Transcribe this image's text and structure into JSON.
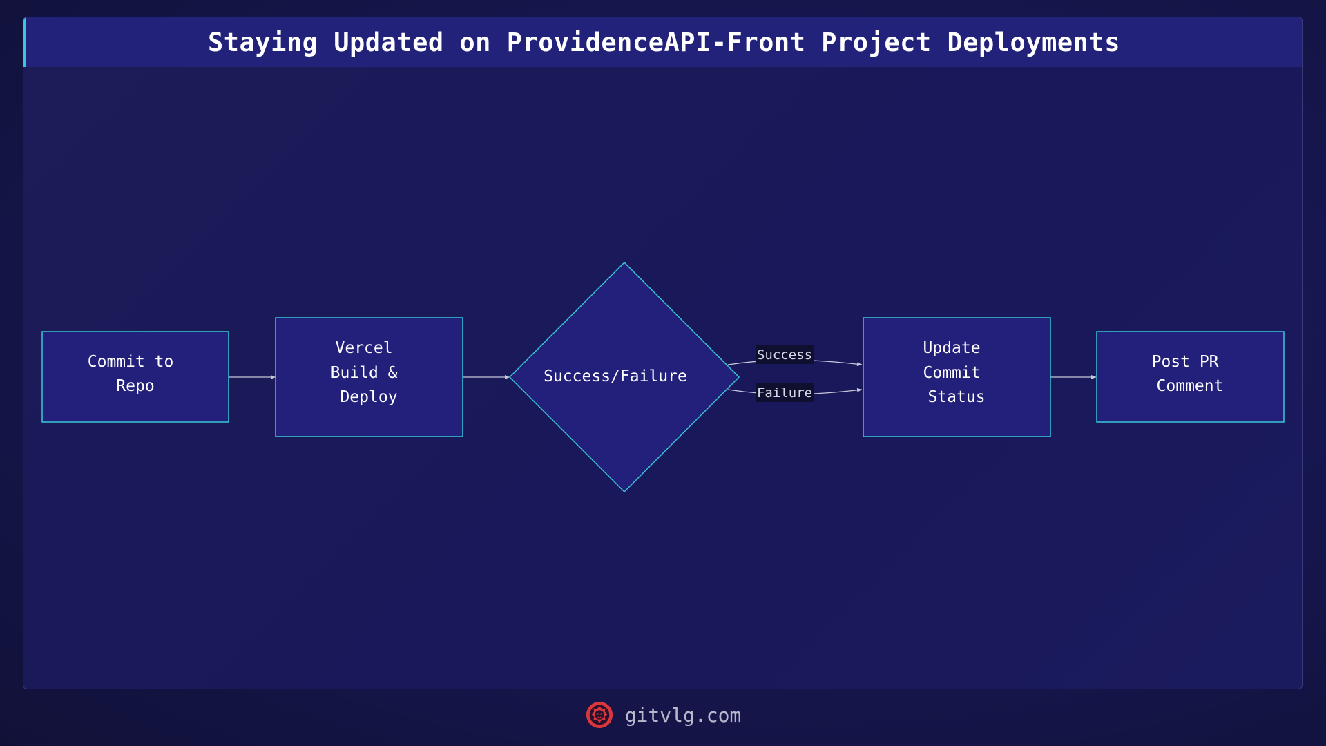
{
  "title": "Staying Updated on ProvidenceAPI-Front Project Deployments",
  "nodes": {
    "commit": {
      "lines": [
        "Commit to",
        "Repo"
      ]
    },
    "vercel": {
      "lines": [
        "Vercel",
        "Build &",
        "Deploy"
      ]
    },
    "decision": {
      "lines": [
        "Success/Failure"
      ]
    },
    "update": {
      "lines": [
        "Update",
        "Commit",
        "Status"
      ]
    },
    "post": {
      "lines": [
        "Post PR",
        "Comment"
      ]
    }
  },
  "edges": {
    "success_label": "Success",
    "failure_label": "Failure"
  },
  "footer": {
    "site": "gitvlg.com",
    "logo_icon": "lion-logo-icon"
  },
  "colors": {
    "accent": "#38c8d8",
    "node_fill": "#22207a",
    "edge": "#c8c8d8",
    "logo": "#d8383a"
  }
}
